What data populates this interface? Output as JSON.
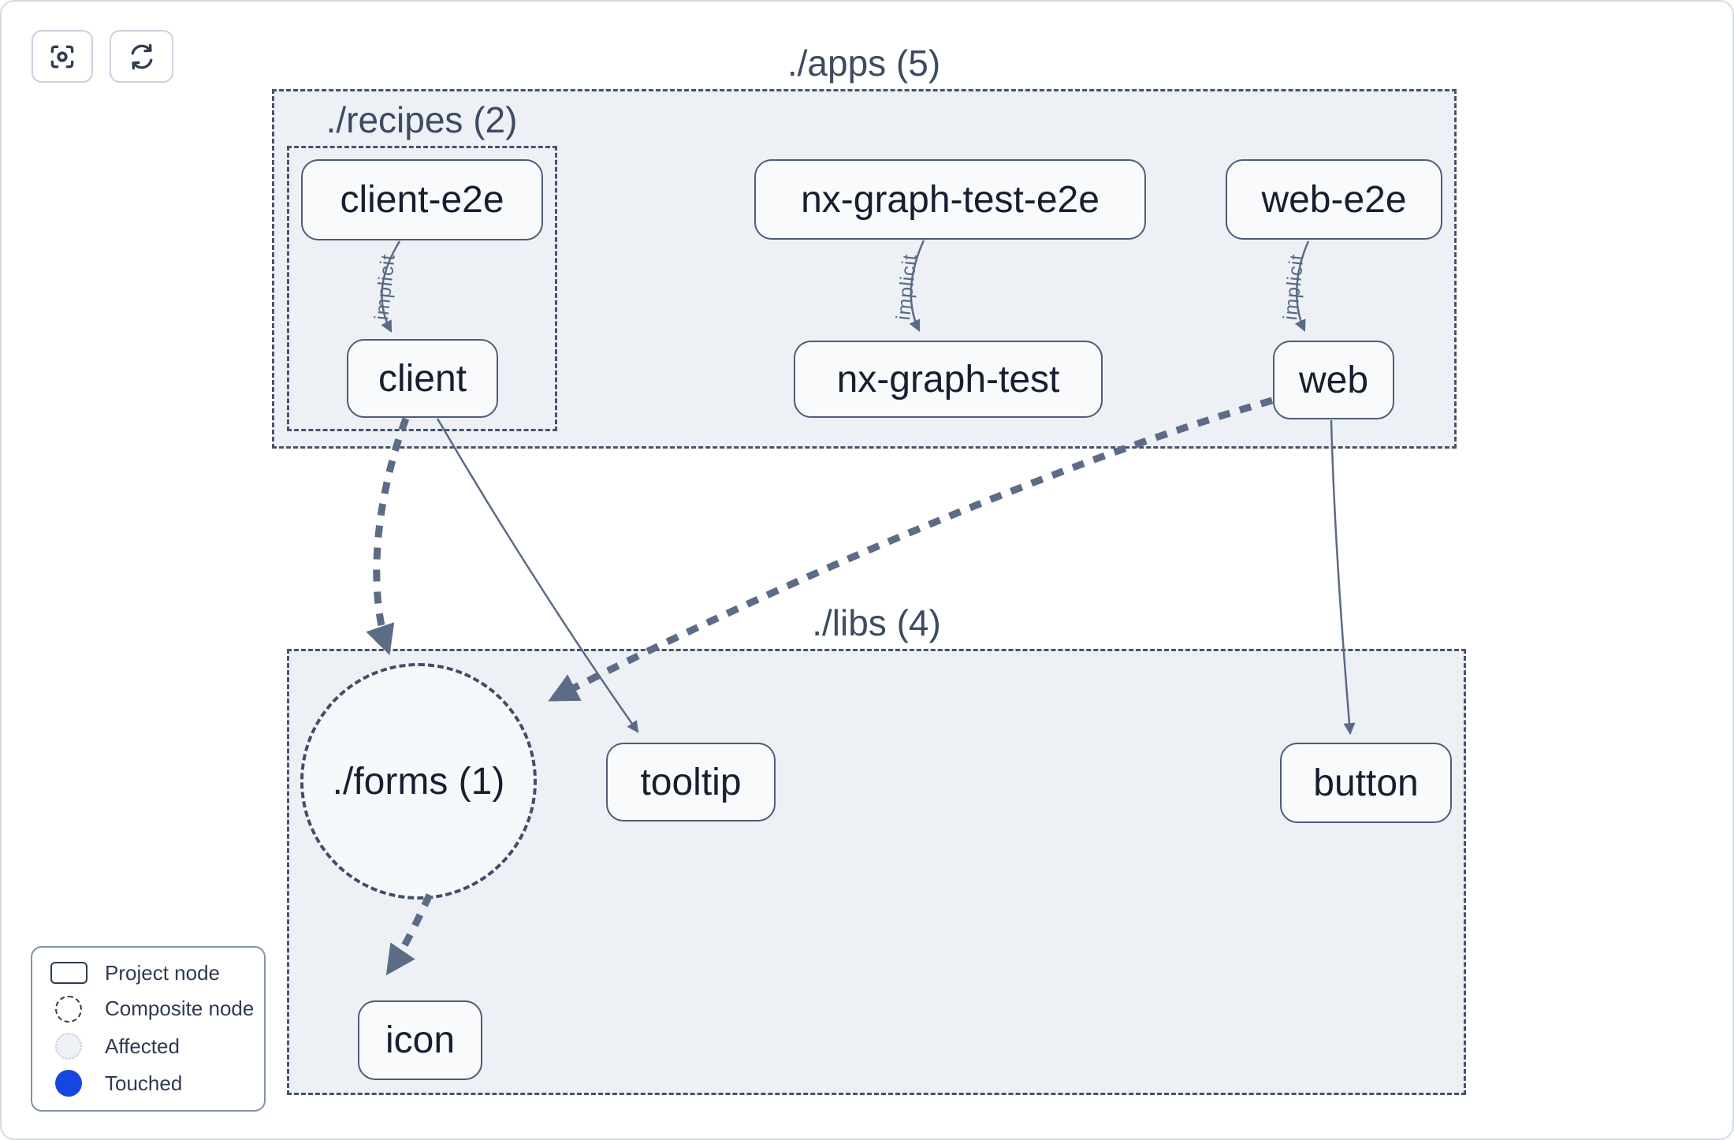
{
  "toolbar": {
    "buttons": [
      {
        "icon": "focus-icon"
      },
      {
        "icon": "refresh-icon"
      }
    ]
  },
  "graph": {
    "groups": {
      "apps": {
        "label": "./apps (5)"
      },
      "recipes": {
        "label": "./recipes (2)"
      },
      "libs": {
        "label": "./libs (4)"
      }
    },
    "composites": {
      "forms": {
        "label": "./forms (1)"
      }
    },
    "nodes": {
      "client_e2e": {
        "label": "client-e2e"
      },
      "nx_graph_test_e2e": {
        "label": "nx-graph-test-e2e"
      },
      "web_e2e": {
        "label": "web-e2e"
      },
      "client": {
        "label": "client"
      },
      "nx_graph_test": {
        "label": "nx-graph-test"
      },
      "web": {
        "label": "web"
      },
      "tooltip": {
        "label": "tooltip"
      },
      "button": {
        "label": "button"
      },
      "icon": {
        "label": "icon"
      }
    },
    "edges": [
      {
        "from": "client-e2e",
        "to": "client",
        "label": "implicit",
        "style": "thin-solid"
      },
      {
        "from": "nx-graph-test-e2e",
        "to": "nx-graph-test",
        "label": "implicit",
        "style": "thin-solid"
      },
      {
        "from": "web-e2e",
        "to": "web",
        "label": "implicit",
        "style": "thin-solid"
      },
      {
        "from": "client",
        "to": "tooltip",
        "style": "thin-solid"
      },
      {
        "from": "web",
        "to": "button",
        "style": "thin-solid"
      },
      {
        "from": "client",
        "to": "./forms",
        "style": "thick-dashed"
      },
      {
        "from": "web",
        "to": "./forms",
        "style": "thick-dashed"
      },
      {
        "from": "./forms",
        "to": "icon",
        "style": "thick-dashed"
      }
    ]
  },
  "legend": {
    "items": [
      {
        "swatch": "project-node-swatch",
        "label": "Project node"
      },
      {
        "swatch": "composite-node-swatch",
        "label": "Composite node"
      },
      {
        "swatch": "affected-swatch",
        "label": "Affected"
      },
      {
        "swatch": "touched-swatch",
        "label": "Touched"
      }
    ]
  },
  "colors": {
    "touched_blue": "#1546e0",
    "group_fill": "#edf1f6",
    "group_border": "#47536b",
    "node_border": "#4e5c76",
    "node_fill": "#f8fafc",
    "edge": "#5b6a84",
    "text_dark": "#161f30"
  }
}
